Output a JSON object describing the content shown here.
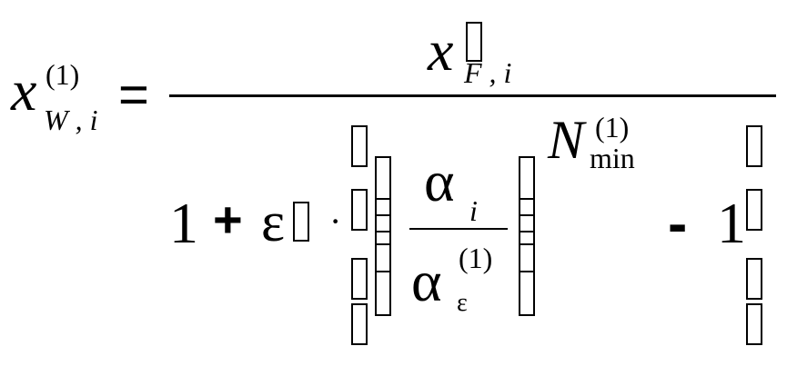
{
  "equation": {
    "lhs": {
      "var": "x",
      "sub": "W , i",
      "sup": "(1)"
    },
    "equals": "=",
    "numerator": {
      "var": "x",
      "sub": "F , i"
    },
    "denominator": {
      "one": "1",
      "plus": "+",
      "epsilon": "ε",
      "dot": "·",
      "inner_num": {
        "var": "α",
        "sub": "i"
      },
      "inner_den": {
        "var": "α",
        "sub": "ε",
        "sup": "(1)"
      },
      "exponent": {
        "var": "N",
        "sub": "min",
        "sup": "(1)"
      },
      "minus": "-",
      "one_end": "1"
    },
    "missing_glyph_icon": "replacement-box-icon"
  }
}
